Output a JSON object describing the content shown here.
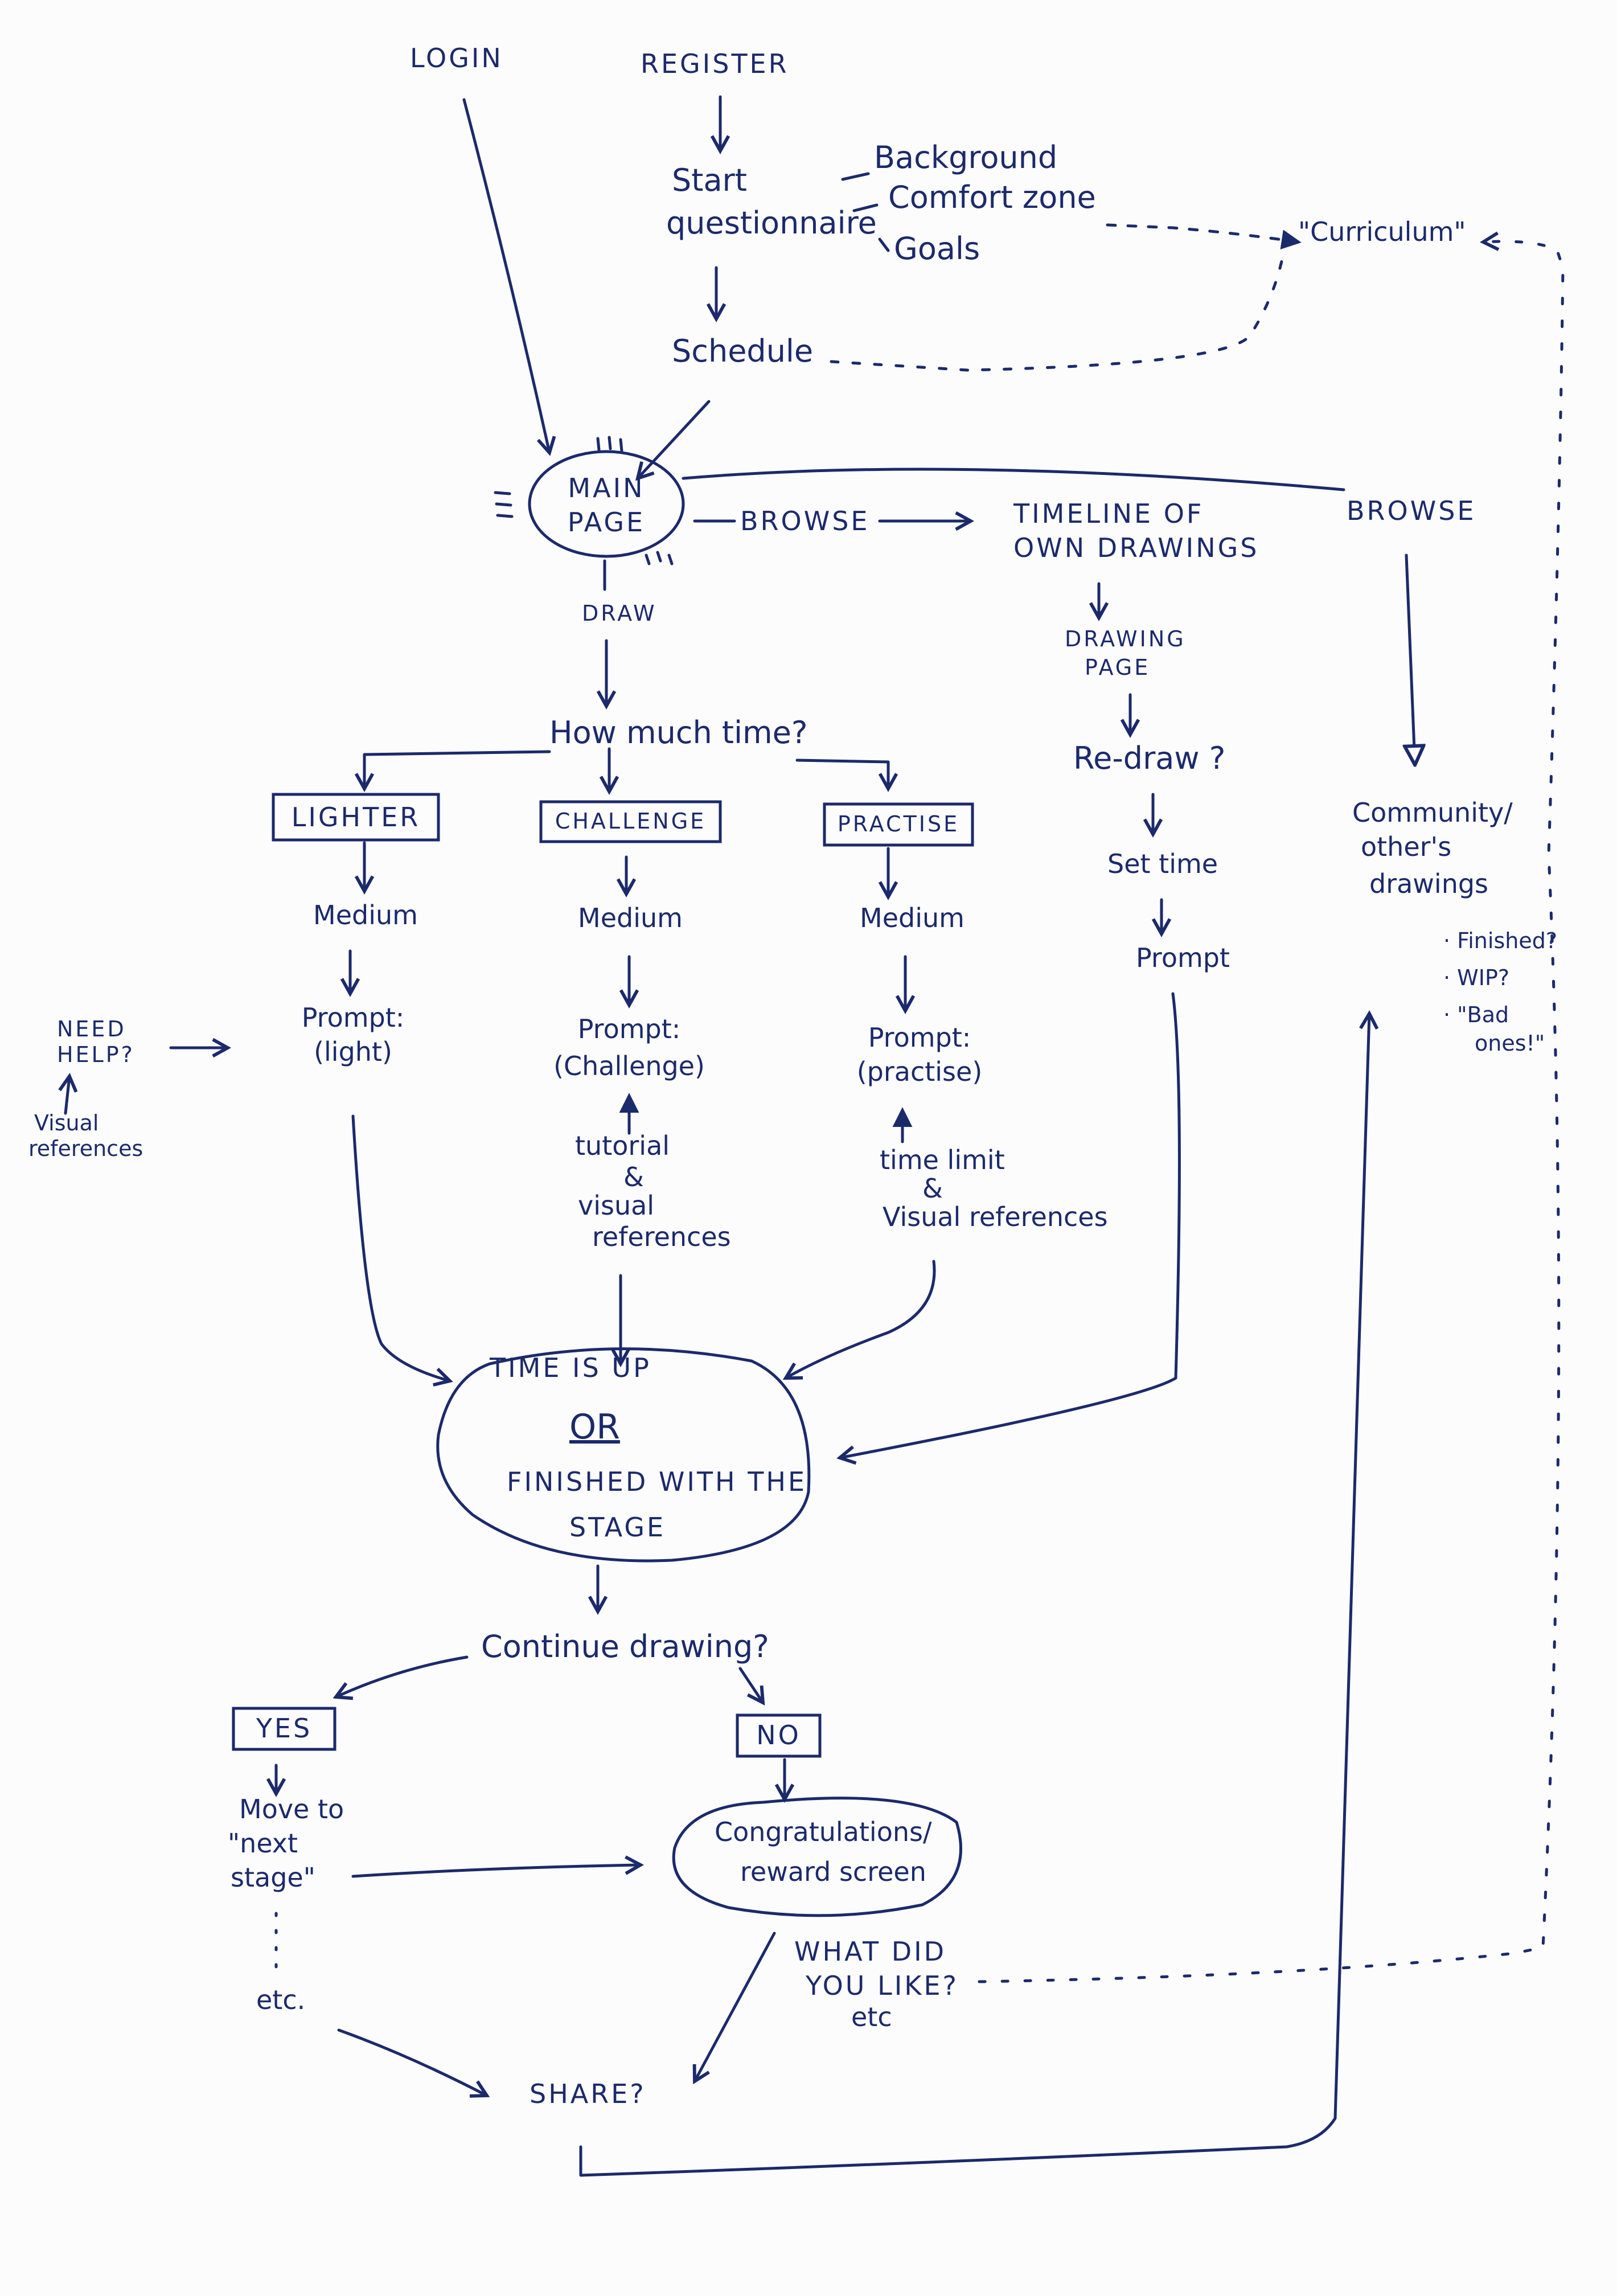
{
  "colors": {
    "ink": "#1b2a6b",
    "paper": "#fcfcfc"
  },
  "nodes": {
    "login": "LOGIN",
    "register": "REGISTER",
    "start_questionnaire_1": "Start",
    "start_questionnaire_2": "questionnaire",
    "background": "Background",
    "comfort_zone": "Comfort zone",
    "goals": "Goals",
    "curriculum": "\"Curriculum\"",
    "schedule": "Schedule",
    "main_page_1": "MAIN",
    "main_page_2": "PAGE",
    "browse_mid": "BROWSE",
    "timeline_1": "TIMELINE OF",
    "timeline_2": "OWN DRAWINGS",
    "browse_right": "BROWSE",
    "draw": "DRAW",
    "how_much_time": "How much time?",
    "lighter": "LIGHTER",
    "challenge": "CHALLENGE",
    "practise": "PRACTISE",
    "medium_1": "Medium",
    "medium_2": "Medium",
    "medium_3": "Medium",
    "prompt_light_1": "Prompt:",
    "prompt_light_2": "(light)",
    "prompt_challenge_1": "Prompt:",
    "prompt_challenge_2": "(Challenge)",
    "prompt_practise_1": "Prompt:",
    "prompt_practise_2": "(practise)",
    "need_help_1": "NEED",
    "need_help_2": "HELP?",
    "visual_refs_left_1": "Visual",
    "visual_refs_left_2": "references",
    "tutorial_1": "tutorial",
    "tutorial_2": "&",
    "tutorial_3": "visual",
    "tutorial_4": "references",
    "time_limit_1": "time limit",
    "time_limit_2": "&",
    "time_limit_3": "Visual references",
    "drawing_page_1": "DRAWING",
    "drawing_page_2": "PAGE",
    "redraw": "Re-draw ?",
    "set_time": "Set time",
    "prompt_right": "Prompt",
    "community_1": "Community/",
    "community_2": "other's",
    "community_3": "drawings",
    "finished_q": "· Finished?",
    "wip_q": "· WIP?",
    "bad_ones_1": "· \"Bad",
    "bad_ones_2": "ones!\"",
    "time_is_up": "TIME IS UP",
    "or": "OR",
    "finished_stage_1": "FINISHED WITH THE",
    "finished_stage_2": "STAGE",
    "continue_drawing": "Continue drawing?",
    "yes": "YES",
    "no": "NO",
    "move_next_1": "Move to",
    "move_next_2": "\"next",
    "move_next_3": "stage\"",
    "etc_left": "etc.",
    "congrats_1": "Congratulations/",
    "congrats_2": "reward screen",
    "what_did_1": "WHAT DID",
    "what_did_2": "YOU LIKE?",
    "what_did_3": "etc",
    "share": "SHARE?"
  }
}
